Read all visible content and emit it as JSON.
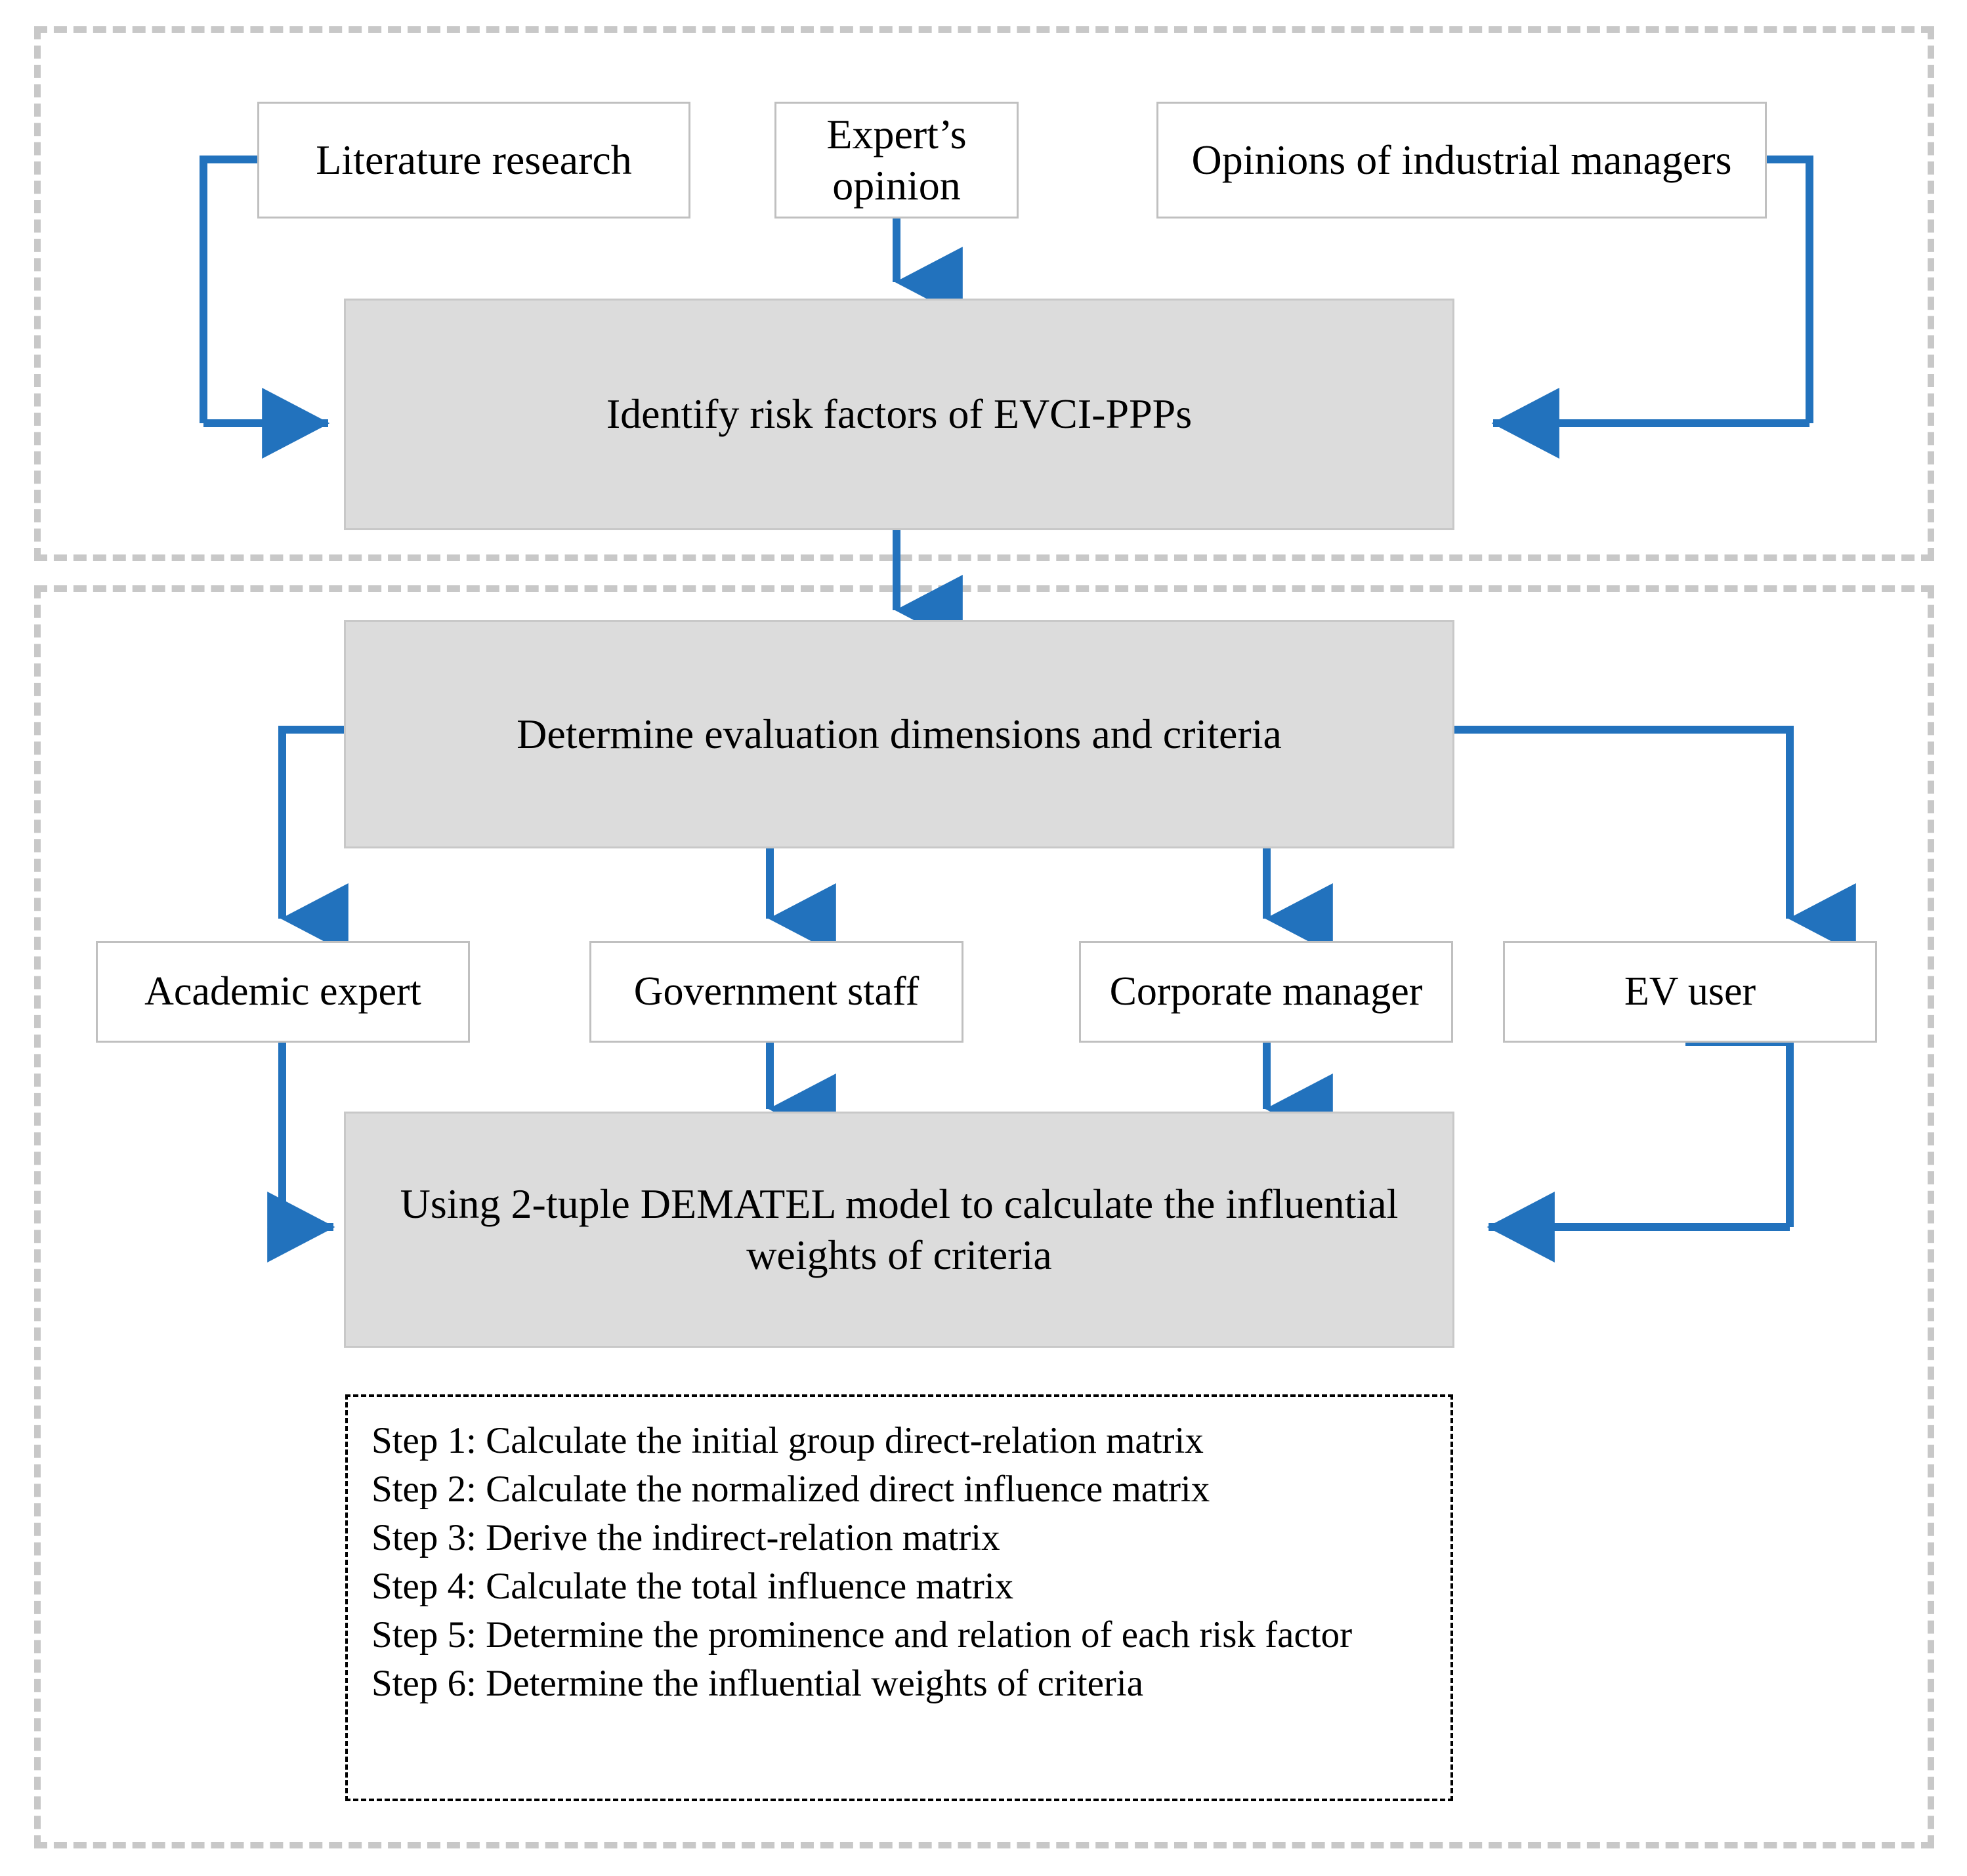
{
  "diagram": {
    "title_present": false,
    "accent_color": "#2272bd",
    "box_fill_gray": "#dcdcdc",
    "box_fill_white": "#ffffff",
    "panel_border_color": "#c8c8c8",
    "panels": [
      {
        "name": "risk-identification-panel"
      },
      {
        "name": "evaluation-panel"
      }
    ],
    "nodes": {
      "literature_research": "Literature research",
      "expert_opinion": "Expert’s opinion",
      "industrial_managers": "Opinions of industrial managers",
      "identify_risk_factors": "Identify risk factors of EVCI-PPPs",
      "determine_dimensions": "Determine evaluation dimensions and criteria",
      "academic_expert": "Academic expert",
      "government_staff": "Government staff",
      "corporate_manager": "Corporate manager",
      "ev_user": "EV user",
      "dematel_model": "Using 2-tuple DEMATEL model to calculate the influential weights of criteria"
    },
    "steps": [
      "Step 1: Calculate the initial group direct-relation matrix",
      "Step 2: Calculate the normalized direct influence matrix",
      "Step 3: Derive the indirect-relation matrix",
      "Step 4: Calculate the total influence matrix",
      "Step 5: Determine the prominence and relation of each risk factor",
      "Step 6: Determine the influential weights of criteria"
    ]
  }
}
